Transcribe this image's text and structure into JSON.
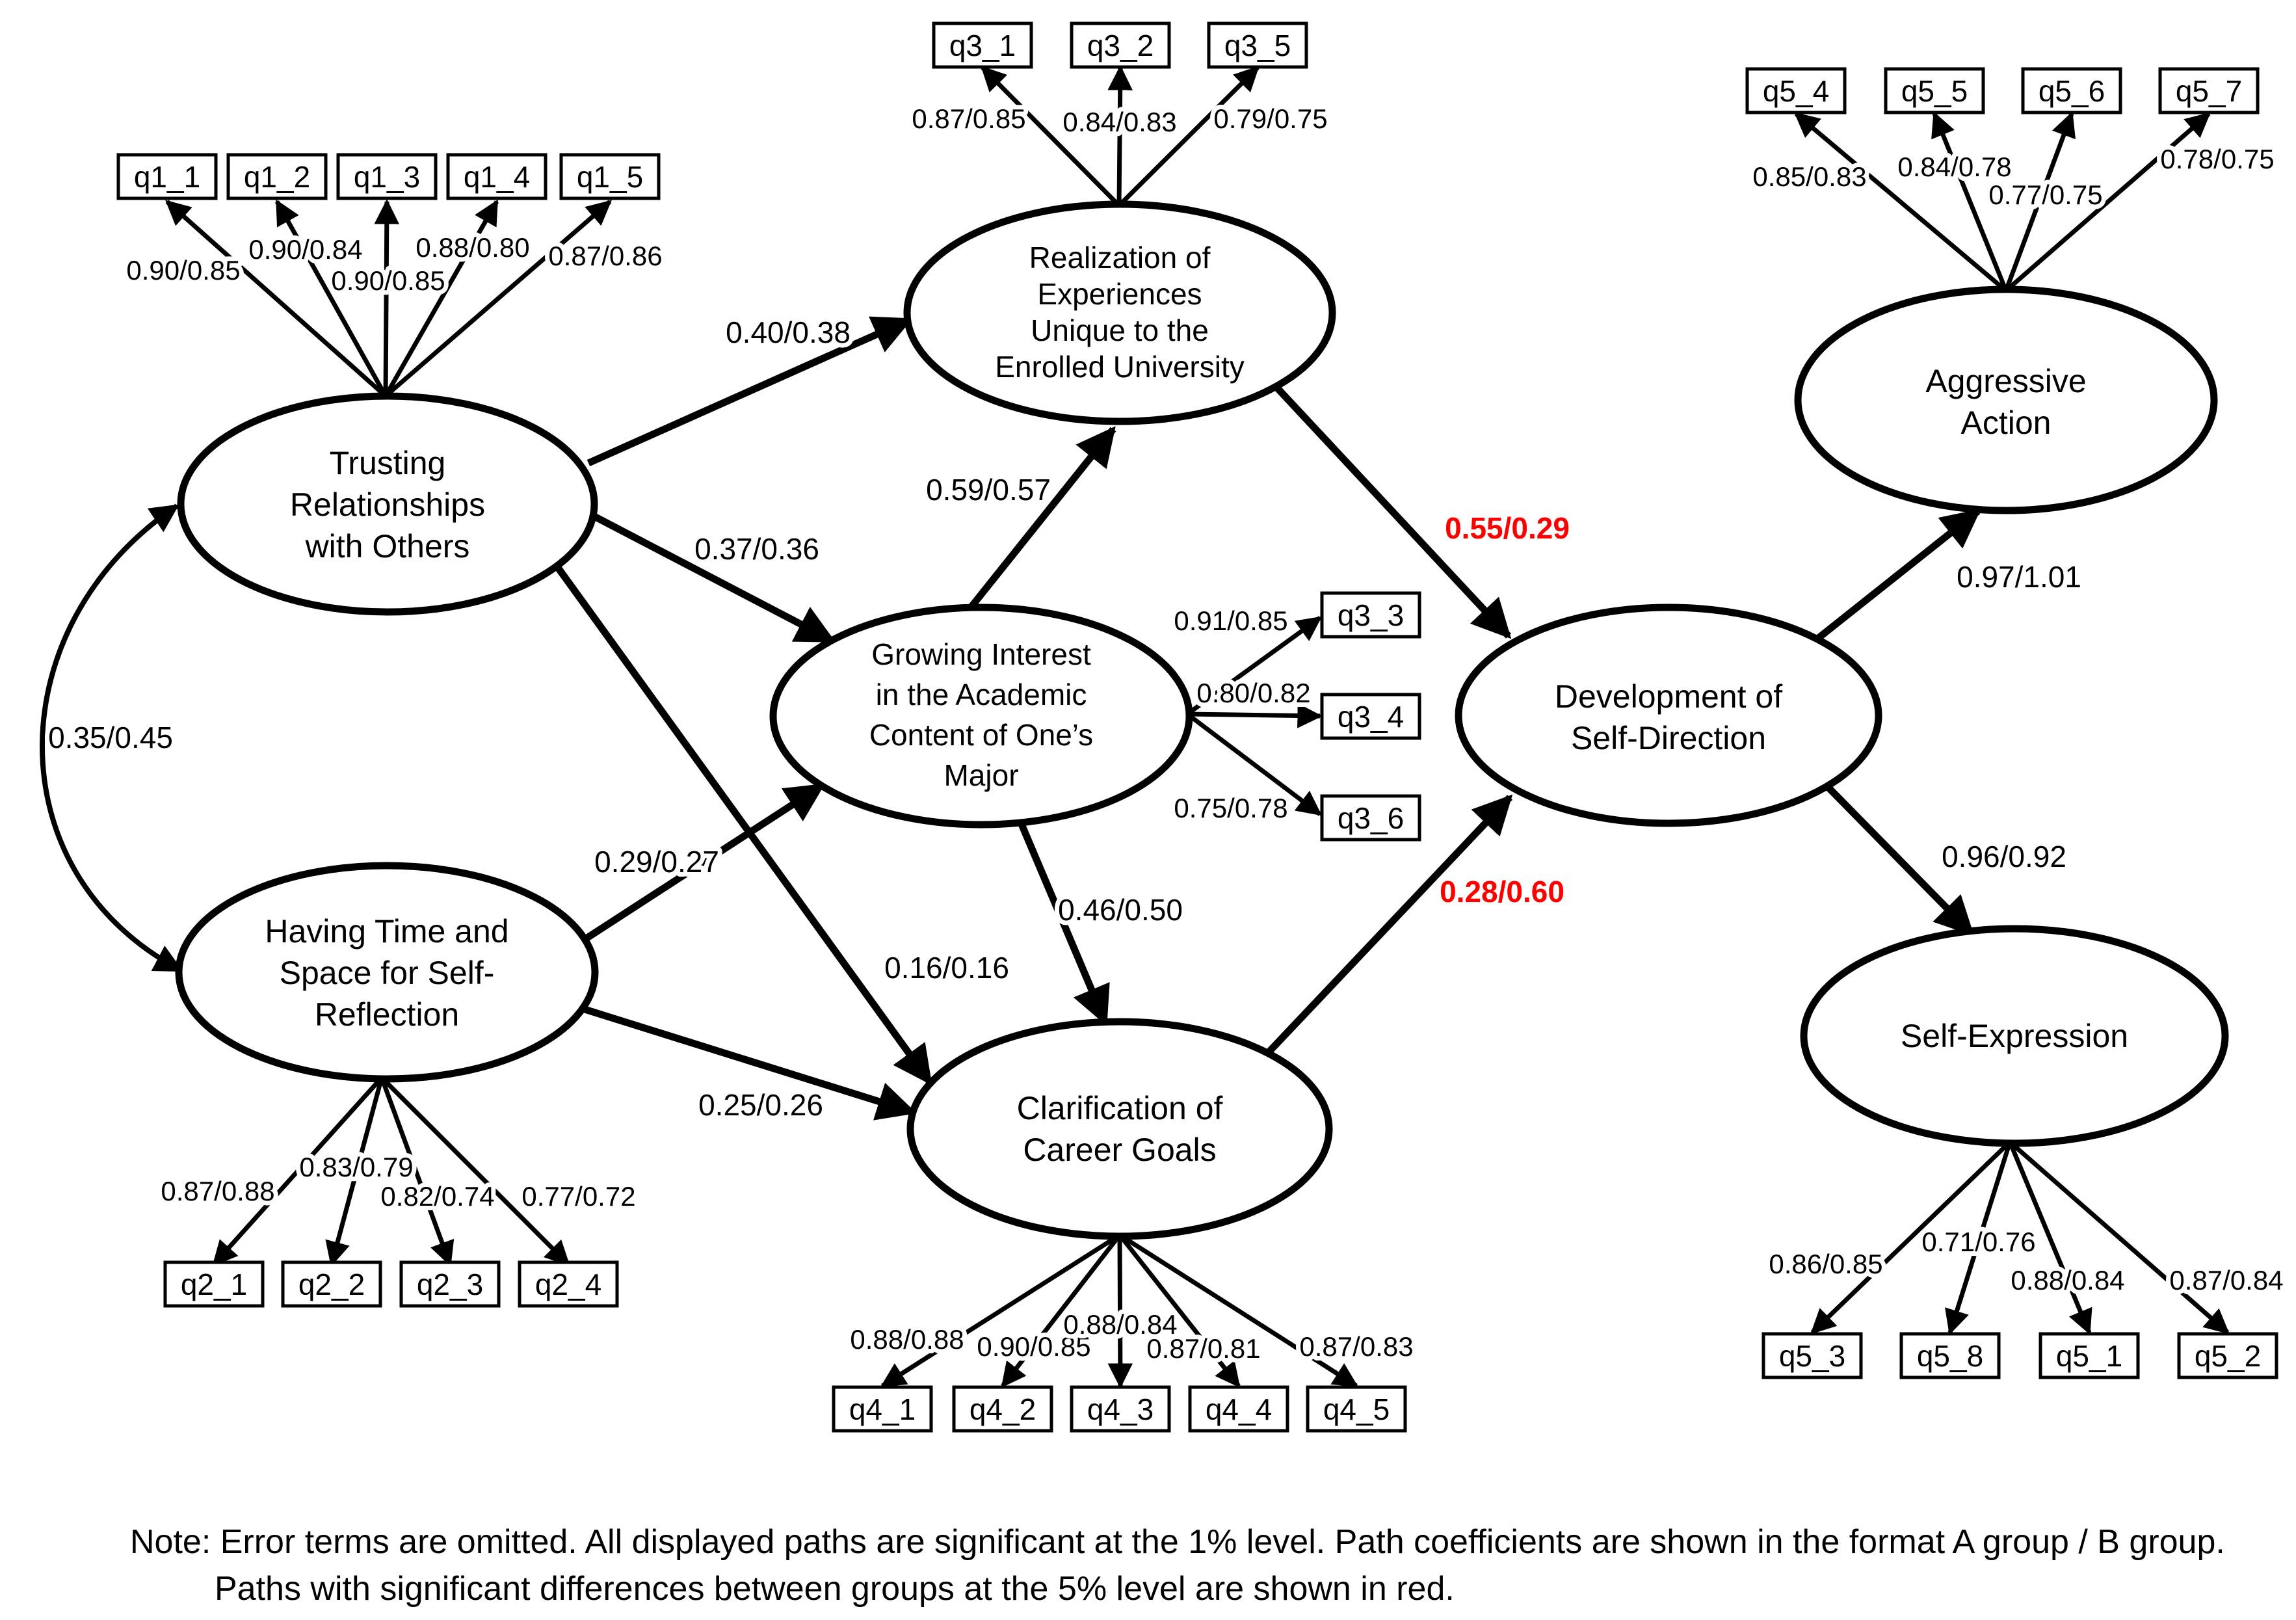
{
  "diagram": {
    "colors": {
      "line": "#000000",
      "text": "#000000",
      "highlight_red": "#FF0000",
      "background": "#FFFFFF"
    },
    "latents": {
      "trusting": {
        "lines": [
          "Trusting",
          "Relationships",
          "with Others"
        ]
      },
      "having_time": {
        "lines": [
          "Having Time and",
          "Space for Self-",
          "Reflection"
        ]
      },
      "realization": {
        "lines": [
          "Realization of",
          "Experiences",
          "Unique to the",
          "Enrolled University"
        ]
      },
      "growing_interest": {
        "lines": [
          "Growing Interest",
          "in the Academic",
          "Content of One’s",
          "Major"
        ]
      },
      "clarification": {
        "lines": [
          "Clarification of",
          "Career Goals"
        ]
      },
      "development": {
        "lines": [
          "Development of",
          "Self-Direction"
        ]
      },
      "aggressive": {
        "lines": [
          "Aggressive",
          "Action"
        ]
      },
      "self_expression": {
        "lines": [
          "Self-Expression"
        ]
      }
    },
    "indicators": {
      "q1_1": {
        "label": "q1_1",
        "loading": "0.90/0.85"
      },
      "q1_2": {
        "label": "q1_2",
        "loading": "0.90/0.84"
      },
      "q1_3": {
        "label": "q1_3",
        "loading": "0.90/0.85"
      },
      "q1_4": {
        "label": "q1_4",
        "loading": "0.88/0.80"
      },
      "q1_5": {
        "label": "q1_5",
        "loading": "0.87/0.86"
      },
      "q2_1": {
        "label": "q2_1",
        "loading": "0.87/0.88"
      },
      "q2_2": {
        "label": "q2_2",
        "loading": "0.83/0.79"
      },
      "q2_3": {
        "label": "q2_3",
        "loading": "0.82/0.74"
      },
      "q2_4": {
        "label": "q2_4",
        "loading": "0.77/0.72"
      },
      "q3_1": {
        "label": "q3_1",
        "loading": "0.87/0.85"
      },
      "q3_2": {
        "label": "q3_2",
        "loading": "0.84/0.83"
      },
      "q3_5": {
        "label": "q3_5",
        "loading": "0.79/0.75"
      },
      "q3_3": {
        "label": "q3_3",
        "loading": "0.91/0.85"
      },
      "q3_4": {
        "label": "q3_4",
        "loading": "0.80/0.82"
      },
      "q3_6": {
        "label": "q3_6",
        "loading": "0.75/0.78"
      },
      "q4_1": {
        "label": "q4_1",
        "loading": "0.88/0.88"
      },
      "q4_2": {
        "label": "q4_2",
        "loading": "0.90/0.85"
      },
      "q4_3": {
        "label": "q4_3",
        "loading": "0.88/0.84"
      },
      "q4_4": {
        "label": "q4_4",
        "loading": "0.87/0.81"
      },
      "q4_5": {
        "label": "q4_5",
        "loading": "0.87/0.83"
      },
      "q5_4": {
        "label": "q5_4",
        "loading": "0.85/0.83"
      },
      "q5_5": {
        "label": "q5_5",
        "loading": "0.84/0.78"
      },
      "q5_6": {
        "label": "q5_6",
        "loading": "0.77/0.75"
      },
      "q5_7": {
        "label": "q5_7",
        "loading": "0.78/0.75"
      },
      "q5_3": {
        "label": "q5_3",
        "loading": "0.86/0.85"
      },
      "q5_8": {
        "label": "q5_8",
        "loading": "0.71/0.76"
      },
      "q5_1": {
        "label": "q5_1",
        "loading": "0.88/0.84"
      },
      "q5_2": {
        "label": "q5_2",
        "loading": "0.87/0.84"
      }
    },
    "paths": {
      "trusting_realization": {
        "coef": "0.40/0.38",
        "significant_group_difference": false
      },
      "trusting_growing": {
        "coef": "0.37/0.36",
        "significant_group_difference": false
      },
      "trusting_clarification": {
        "coef": "0.16/0.16",
        "significant_group_difference": false
      },
      "having_growing": {
        "coef": "0.29/0.27",
        "significant_group_difference": false
      },
      "having_clarification": {
        "coef": "0.25/0.26",
        "significant_group_difference": false
      },
      "growing_realization": {
        "coef": "0.59/0.57",
        "significant_group_difference": false
      },
      "growing_clarification": {
        "coef": "0.46/0.50",
        "significant_group_difference": false
      },
      "realization_development": {
        "coef": "0.55/0.29",
        "significant_group_difference": true
      },
      "clarification_development": {
        "coef": "0.28/0.60",
        "significant_group_difference": true
      },
      "development_aggressive": {
        "coef": "0.97/1.01",
        "significant_group_difference": false
      },
      "development_selfexpression": {
        "coef": "0.96/0.92",
        "significant_group_difference": false
      },
      "covariance_trusting_having": {
        "coef": "0.35/0.45",
        "significant_group_difference": false
      }
    },
    "note": {
      "line1": "Note: Error terms are omitted. All displayed paths are significant at the 1% level. Path coefficients are shown in the format A group / B group.",
      "line2": "Paths with significant differences between groups at the 5% level are shown in red."
    }
  }
}
